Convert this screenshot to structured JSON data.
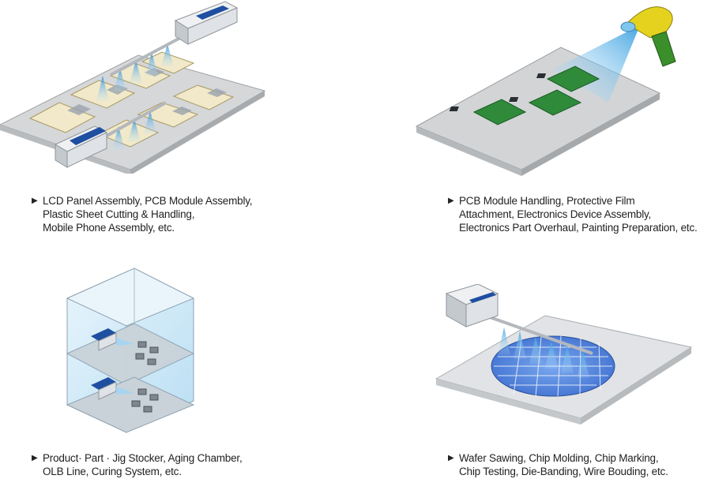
{
  "panels": [
    {
      "bullet": "▶",
      "lines": [
        "LCD Panel Assembly, PCB Module Assembly,",
        "Plastic Sheet Cutting & Handling,",
        "Mobile Phone Assembly, etc."
      ]
    },
    {
      "bullet": "▶",
      "lines": [
        "PCB Module Handling, Protective Film",
        "Attachment, Electronics Device Assembly,",
        "Electronics Part Overhaul, Painting Preparation, etc."
      ]
    },
    {
      "bullet": "▶",
      "lines": [
        "Product· Part · Jig Stocker, Aging Chamber,",
        "OLB Line, Curing System, etc."
      ]
    },
    {
      "bullet": "▶",
      "lines": [
        "Wafer Sawing, Chip Molding, Chip Marking,",
        "Chip Testing, Die-Banding, Wire Bouding, etc."
      ]
    }
  ],
  "colors": {
    "ionizer_blue": "#1f4fa0",
    "air_flow": "#9fd4f5",
    "pcb_green": "#2f8a3a",
    "gun_yellow": "#e4d21f",
    "gun_green": "#3a8f2a",
    "wafer_blue": "#5c8fe0",
    "glass": "#cfe8f6"
  }
}
